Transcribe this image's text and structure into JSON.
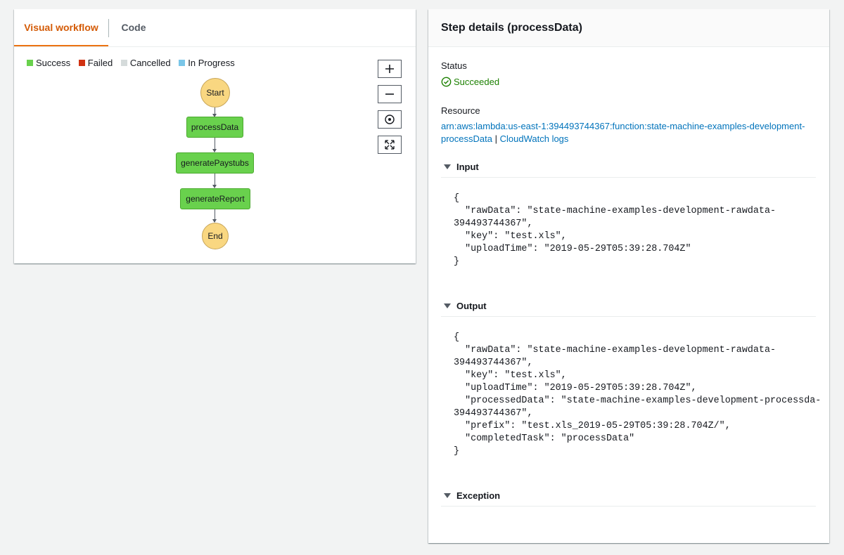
{
  "tabs": {
    "visual_label": "Visual workflow",
    "code_label": "Code"
  },
  "legend": [
    {
      "label": "Success",
      "color": "#69d14d"
    },
    {
      "label": "Failed",
      "color": "#d13212"
    },
    {
      "label": "Cancelled",
      "color": "#d5dbdb"
    },
    {
      "label": "In Progress",
      "color": "#7ac6e8"
    }
  ],
  "graph": {
    "start_label": "Start",
    "end_label": "End",
    "steps": [
      "processData",
      "generatePaystubs",
      "generateReport"
    ]
  },
  "controls": {
    "zoom_in": "zoom-in",
    "zoom_out": "zoom-out",
    "center": "center",
    "fit": "fit"
  },
  "details": {
    "title": "Step details (processData)",
    "status_label": "Status",
    "status_value": "Succeeded",
    "resource_label": "Resource",
    "resource_arn": "arn:aws:lambda:us-east-1:394493744367:function:state-machine-examples-development-processData",
    "resource_separator": "|",
    "cloudwatch_label": "CloudWatch logs"
  },
  "input": {
    "heading": "Input",
    "json": "{\n  \"rawData\": \"state-machine-examples-development-rawdata-\n394493744367\",\n  \"key\": \"test.xls\",\n  \"uploadTime\": \"2019-05-29T05:39:28.704Z\"\n}"
  },
  "output": {
    "heading": "Output",
    "json": "{\n  \"rawData\": \"state-machine-examples-development-rawdata-\n394493744367\",\n  \"key\": \"test.xls\",\n  \"uploadTime\": \"2019-05-29T05:39:28.704Z\",\n  \"processedData\": \"state-machine-examples-development-processda-\n394493744367\",\n  \"prefix\": \"test.xls_2019-05-29T05:39:28.704Z/\",\n  \"completedTask\": \"processData\"\n}"
  },
  "exception": {
    "heading": "Exception"
  }
}
